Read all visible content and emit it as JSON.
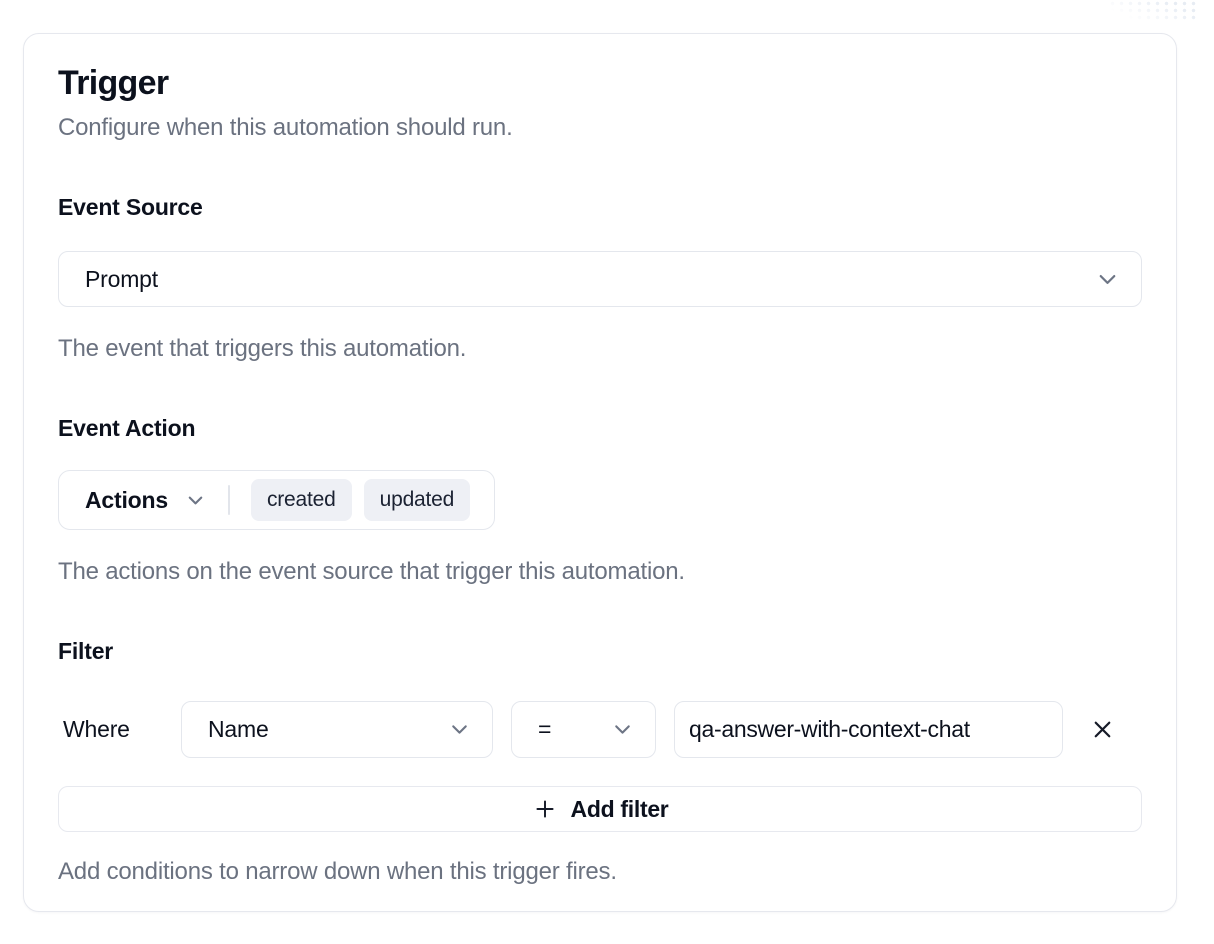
{
  "page": {
    "title": "Trigger",
    "subtitle": "Configure when this automation should run."
  },
  "event_source": {
    "label": "Event Source",
    "selected_value": "Prompt",
    "help_text": "The event that triggers this automation."
  },
  "event_action": {
    "label": "Event Action",
    "dropdown_label": "Actions",
    "selected_actions": [
      "created",
      "updated"
    ],
    "help_text": "The actions on the event source that trigger this automation."
  },
  "filter": {
    "label": "Filter",
    "where_label": "Where",
    "rows": [
      {
        "field": "Name",
        "operator": "=",
        "value": "qa-answer-with-context-chat"
      }
    ],
    "add_button_label": "Add filter",
    "help_text": "Add conditions to narrow down when this trigger fires."
  },
  "icons": {
    "chevron_down": "∨",
    "plus": "+",
    "close": "✕"
  },
  "colors": {
    "text_primary": "#0c111d",
    "text_muted": "#6b7280",
    "border": "#e4e7ed",
    "chip_bg": "#eef0f5",
    "card_bg": "#ffffff"
  }
}
